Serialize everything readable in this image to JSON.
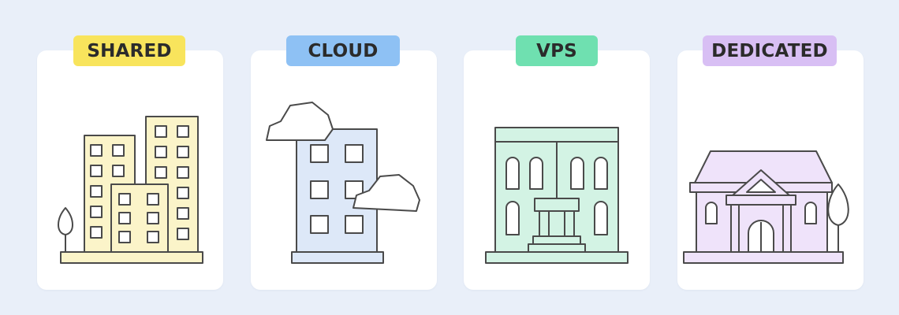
{
  "cards": [
    {
      "label": "SHARED",
      "label_color": "#f8e45c",
      "fill": "#fbf4c9"
    },
    {
      "label": "CLOUD",
      "label_color": "#8ec1f4",
      "fill": "#dde8f8"
    },
    {
      "label": "VPS",
      "label_color": "#6fe0b0",
      "fill": "#d3f3e4"
    },
    {
      "label": "DEDICATED",
      "label_color": "#d8bff4",
      "fill": "#efe3fa"
    }
  ],
  "icons": [
    "office-buildings-icon",
    "cloud-building-icon",
    "building-icon",
    "house-icon"
  ]
}
